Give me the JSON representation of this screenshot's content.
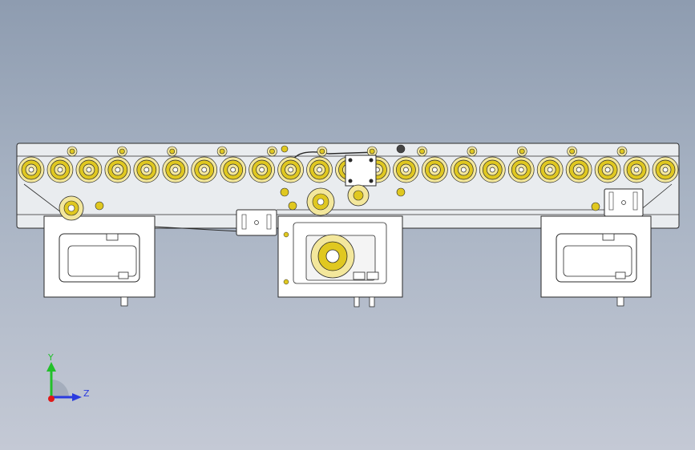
{
  "viewport": {
    "background_top": "#8e9cb0",
    "background_bottom": "#c4c9d5"
  },
  "model": {
    "roller_count": 23,
    "upper_idler_count": 12,
    "fixture_count": 3,
    "colors": {
      "roller_outer": "#f3e79c",
      "roller_ring": "#e0c820",
      "roller_center": "#ffffff",
      "frame_fill": "#e9ecef",
      "block_fill": "#ffffff",
      "line": "#2a2a2a"
    }
  },
  "triad": {
    "y_label": "Y",
    "z_label": "Z",
    "colors": {
      "y_axis": "#22c02a",
      "z_axis": "#2a3bdf",
      "x_axis": "#e01818"
    }
  }
}
